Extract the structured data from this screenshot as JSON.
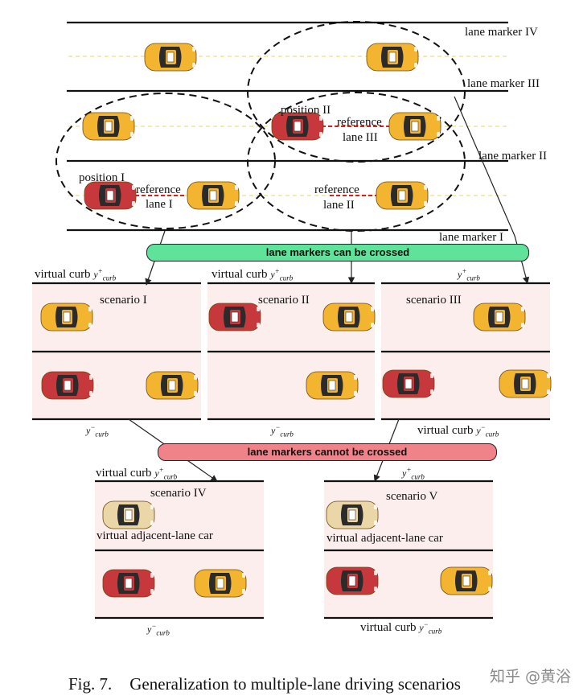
{
  "colors": {
    "yellow_car": "#f3b430",
    "red_car": "#c6383c",
    "faded_car": "#ead6a6",
    "green_banner": "#5fe39a",
    "red_banner": "#f0828a",
    "scenario_bg": "#fdeeee",
    "ref_line": "#c0282c"
  },
  "top": {
    "lane_markers": [
      "lane marker IV",
      "lane marker III",
      "lane marker II",
      "lane marker I"
    ],
    "position_1": "position I",
    "position_2": "position II",
    "ref_lane_1": [
      "reference",
      "lane I"
    ],
    "ref_lane_2": [
      "reference",
      "lane II"
    ],
    "ref_lane_3": [
      "reference",
      "lane III"
    ]
  },
  "banners": {
    "crossed": "lane markers can be crossed",
    "not_crossed": "lane markers cannot be crossed"
  },
  "curb": {
    "virtual_curb": "virtual curb",
    "symbol": "y",
    "sub": "curb",
    "plus": "+",
    "minus": "−"
  },
  "scenarios": {
    "s1": "scenario I",
    "s2": "scenario II",
    "s3": "scenario III",
    "s4": "scenario IV",
    "s5": "scenario V",
    "virtual_adjacent": "virtual adjacent-lane car"
  },
  "caption": {
    "fig": "Fig. 7.",
    "text": "Generalization to multiple-lane driving scenarios"
  },
  "watermark": "知乎 @黄浴"
}
